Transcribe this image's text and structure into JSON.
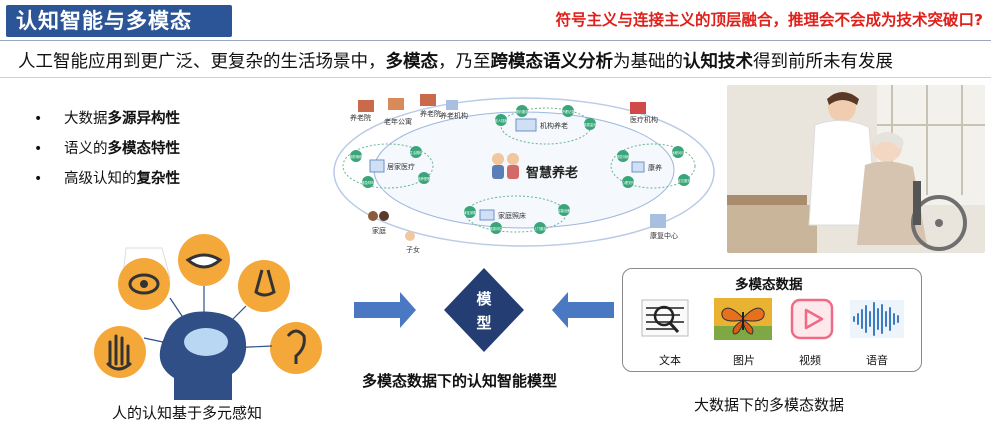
{
  "header": {
    "title": "认知智能与多模态",
    "headline": "符号主义与连接主义的顶层融合，推理会不会成为技术突破口?"
  },
  "subtitle": {
    "part1": "人工智能应用到更广泛、更复杂的生活场景中，",
    "bold1": "多模态",
    "part2": "，乃至",
    "bold2": "跨模态语义分析",
    "part3": "为基础的",
    "bold3": "认知技术",
    "part4": "得到前所未有发展"
  },
  "bullets": [
    {
      "pre": "大数据",
      "bold": "多源异构性",
      "post": ""
    },
    {
      "pre": "语义的",
      "bold": "多模态特性",
      "post": ""
    },
    {
      "pre": "高级认知的",
      "bold": "复杂性",
      "post": ""
    }
  ],
  "diagram": {
    "center": "智慧养老",
    "hubs": [
      "机构养老",
      "居家医疗",
      "康养",
      "家庭照床"
    ],
    "outer": [
      "养老院",
      "老年公寓",
      "养老院",
      "养老机构",
      "医疗机构",
      "家庭",
      "子女",
      "康复中心"
    ],
    "nodes": [
      "老人档案",
      "预约服务",
      "护理记录",
      "健康监测",
      "用药管理",
      "紧急呼叫",
      "生活照料",
      "营养配餐",
      "康复训练",
      "心理关怀",
      "远程问诊",
      "定位服务",
      "体征采集",
      "健康评估",
      "上门服务",
      "智能设备"
    ]
  },
  "model": {
    "label_top": "模",
    "label_bottom": "型",
    "caption": "多模态数据下的认知智能模型"
  },
  "left_caption": "人的认知基于多元感知",
  "multimodal": {
    "title": "多模态数据",
    "items": [
      {
        "icon": "text-document-icon",
        "label": "文本"
      },
      {
        "icon": "butterfly-image-icon",
        "label": "图片"
      },
      {
        "icon": "video-play-icon",
        "label": "视频"
      },
      {
        "icon": "audio-waveform-icon",
        "label": "语音"
      }
    ],
    "caption": "大数据下的多模态数据"
  },
  "colors": {
    "title_bg": "#2b5596",
    "headline": "#e0201b",
    "accent_blue": "#4a78c2",
    "diamond": "#243e73",
    "sense_orange": "#f4a83a",
    "node_teal": "#3aa57a"
  }
}
